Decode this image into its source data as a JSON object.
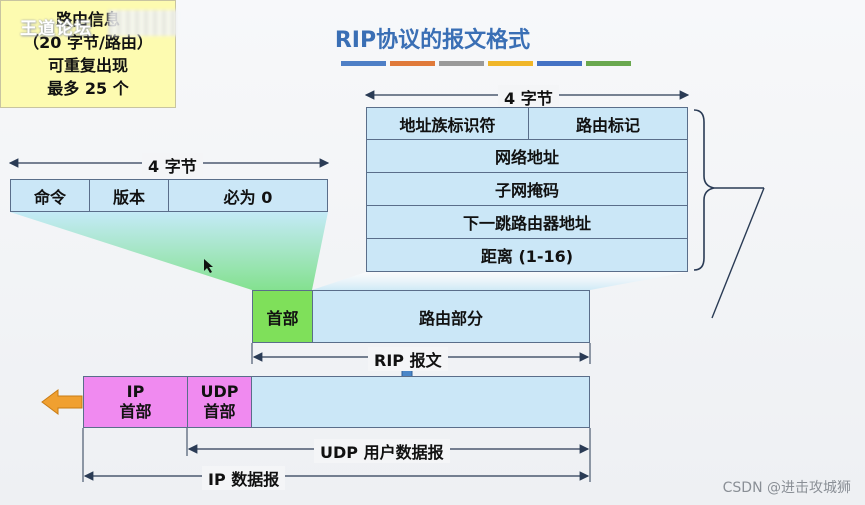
{
  "watermark": "王道论坛",
  "title": "RIP协议的报文格式",
  "title_bar_colors": [
    "#4e7fc6",
    "#e07a3a",
    "#9a9a9a",
    "#f0b629",
    "#4472c4",
    "#6aa84f"
  ],
  "header_fmt": {
    "width_label": "4 字节",
    "fields": [
      "命令",
      "版本",
      "必为 0"
    ]
  },
  "route_fmt": {
    "width_label": "4 字节",
    "fields": [
      "地址族标识符",
      "路由标记",
      "网络地址",
      "子网掩码",
      "下一跳路由器地址",
      "距离 (1-16)"
    ]
  },
  "rip_msg": {
    "header": "首部",
    "body": "路由部分",
    "label": "RIP 报文"
  },
  "ip_datagram": {
    "ip_header": [
      "IP",
      "首部"
    ],
    "udp_header": [
      "UDP",
      "首部"
    ],
    "udp_label": "UDP 用户数据报",
    "ip_label": "IP 数据报"
  },
  "route_info": [
    "路由信息",
    "（20 字节/路由）",
    "可重复出现",
    "最多 25 个"
  ],
  "credit": "CSDN @进击攻城狮"
}
